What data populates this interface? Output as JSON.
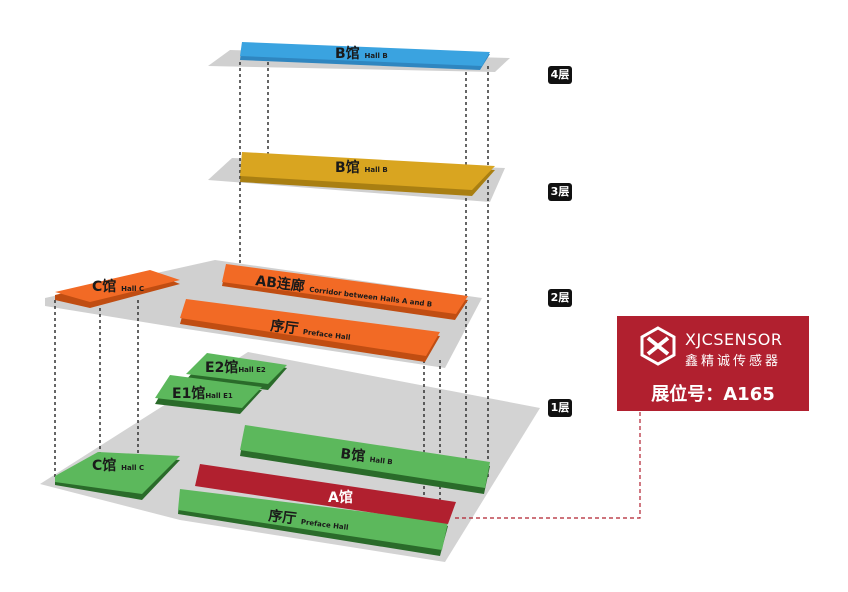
{
  "floors": {
    "f4": "4层",
    "f3": "3层",
    "f2": "2层",
    "f1": "1层"
  },
  "halls": {
    "f4_b": {
      "cn": "B馆",
      "en": "Hall B"
    },
    "f3_b": {
      "cn": "B馆",
      "en": "Hall B"
    },
    "f2_c": {
      "cn": "C馆",
      "en": "Hall C"
    },
    "f2_ab": {
      "cn": "AB连廊",
      "en": "Corridor between Halls A and B"
    },
    "f2_preface": {
      "cn": "序厅",
      "en": "Preface Hall"
    },
    "f1_e2": {
      "cn": "E2馆",
      "en": "Hall E2"
    },
    "f1_e1": {
      "cn": "E1馆",
      "en": "Hall E1"
    },
    "f1_c": {
      "cn": "C馆",
      "en": "Hall C"
    },
    "f1_b": {
      "cn": "B馆",
      "en": "Hall B"
    },
    "f1_a": {
      "cn": "A馆"
    },
    "f1_preface": {
      "cn": "序厅",
      "en": "Preface Hall"
    }
  },
  "booth": {
    "brand": "XJCSENSOR",
    "brand_cn": "鑫精诚传感器",
    "label": "展位号：A165"
  },
  "colors": {
    "blue": "#3aa3e0",
    "gold": "#d9a520",
    "orange": "#f26a25",
    "green": "#5cb85c",
    "red": "#b1202f",
    "gray": "#cfcfcf"
  }
}
